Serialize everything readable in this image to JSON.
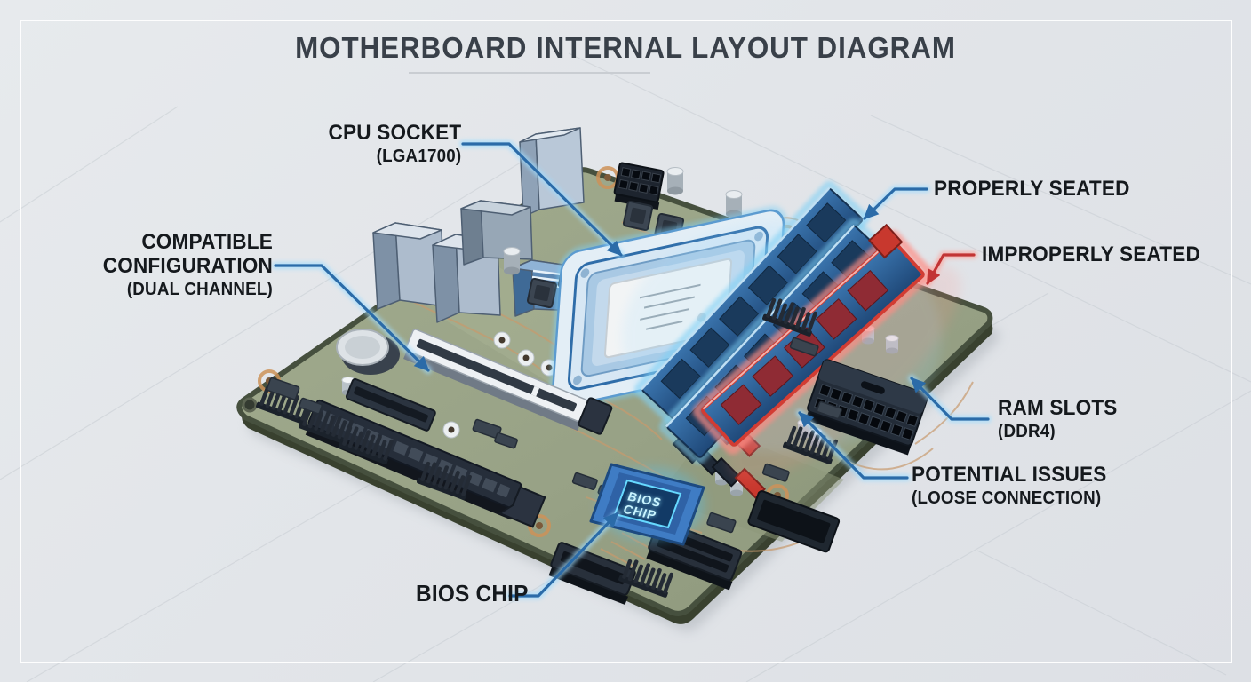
{
  "title": "MOTHERBOARD INTERNAL LAYOUT DIAGRAM",
  "labels": {
    "cpu_socket": {
      "title": "CPU SOCKET",
      "subtitle": "(LGA1700)"
    },
    "compatible": {
      "title": "COMPATIBLE CONFIGURATION",
      "subtitle": "(DUAL CHANNEL)"
    },
    "properly_seated": {
      "title": "PROPERLY SEATED"
    },
    "improperly_seated": {
      "title": "IMPROPERLY SEATED"
    },
    "ram_slots": {
      "title": "RAM SLOTS",
      "subtitle": "(DDR4)"
    },
    "potential_issues": {
      "title": "POTENTIAL ISSUES",
      "subtitle": "(LOOSE CONNECTION)"
    },
    "bios_chip": {
      "title": "BIOS CHIP"
    }
  },
  "board": {
    "bios_marking_line1": "BIOS",
    "bios_marking_line2": "CHIP"
  },
  "colors": {
    "callout_blue": "#2b6ba8",
    "callout_red": "#c23434",
    "glow_blue": "#9fdcff",
    "glow_red": "#ffa198",
    "pcb_green": "#98a286",
    "ram_blue": "#2f6096",
    "error_red": "#cc3a30",
    "bios_glow": "#7fd6ff"
  }
}
